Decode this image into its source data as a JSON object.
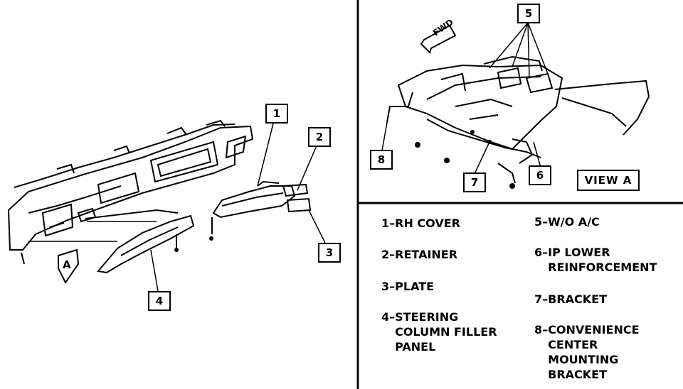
{
  "view_label": "VIEW A",
  "forward_label": "FWD",
  "view_marker": "A",
  "callouts": {
    "c1": "1",
    "c2": "2",
    "c3": "3",
    "c4": "4",
    "c5": "5",
    "c6": "6",
    "c7": "7",
    "c8": "8"
  },
  "legend": [
    {
      "num": "1–",
      "text": "RH COVER"
    },
    {
      "num": "2–",
      "text": "RETAINER"
    },
    {
      "num": "3–",
      "text": "PLATE"
    },
    {
      "num": "4–",
      "text": "STEERING\nCOLUMN FILLER\nPANEL"
    },
    {
      "num": "5–",
      "text": "W/O A/C"
    },
    {
      "num": "6–",
      "text": "IP LOWER\nREINFORCEMENT"
    },
    {
      "num": "7–",
      "text": "BRACKET"
    },
    {
      "num": "8–",
      "text": "CONVENIENCE\nCENTER\nMOUNTING\nBRACKET"
    }
  ]
}
